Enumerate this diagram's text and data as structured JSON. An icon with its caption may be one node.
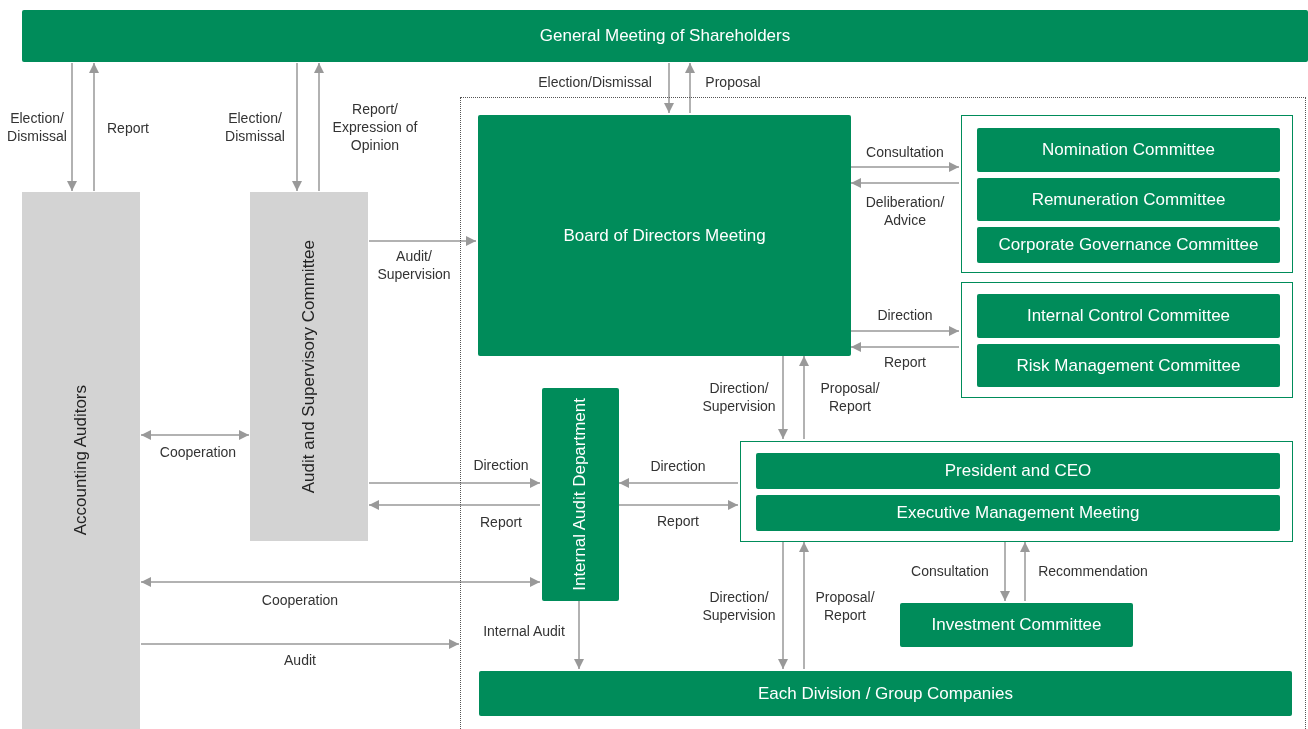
{
  "diagram": {
    "nodes": [
      {
        "text": [
          "General Meeting of Shareholders"
        ]
      },
      {
        "text": [],
        "shape": "box"
      },
      {
        "text": [
          "Accounting Auditors"
        ]
      },
      {
        "text": [
          "Audit and Supervisory Committee"
        ]
      },
      {
        "text": [
          "Board of Directors Meeting"
        ],
        "in": 1
      },
      {
        "text": [],
        "shape": "box",
        "in": 1
      },
      {
        "text": [
          "Nomination Committee"
        ],
        "in": 5
      },
      {
        "text": [
          "Remuneration Committee"
        ],
        "in": 5
      },
      {
        "text": [
          "Corporate Governance Committee"
        ],
        "in": 5
      },
      {
        "text": [],
        "shape": "box",
        "in": 1
      },
      {
        "text": [
          "Internal Control Committee"
        ],
        "in": 9
      },
      {
        "text": [
          "Risk Management Committee"
        ],
        "in": 9
      },
      {
        "text": [
          "Internal Audit Department"
        ],
        "in": 1
      },
      {
        "text": [],
        "shape": "box",
        "in": 1
      },
      {
        "text": [
          "President and CEO"
        ],
        "in": 13
      },
      {
        "text": [
          "Executive Management Meeting"
        ],
        "in": 13
      },
      {
        "text": [
          "Investment Committee"
        ],
        "in": 1
      },
      {
        "text": [
          "Each Division / Group Companies"
        ],
        "in": 1
      }
    ],
    "edges": [
      {
        "from": 0,
        "to": 2,
        "arrow": "to",
        "label": "Election/ Dismissal"
      },
      {
        "from": 2,
        "to": 0,
        "arrow": "to",
        "label": "Report"
      },
      {
        "from": 0,
        "to": 3,
        "arrow": "to",
        "label": "Election/ Dismissal"
      },
      {
        "from": 3,
        "to": 0,
        "arrow": "to",
        "label": "Report/ Expression of Opinion"
      },
      {
        "from": 0,
        "to": 4,
        "arrow": "to",
        "label": "Election/Dismissal"
      },
      {
        "from": 4,
        "to": 0,
        "arrow": "to",
        "label": "Proposal"
      },
      {
        "from": 3,
        "to": 4,
        "arrow": "to",
        "label": "Audit/ Supervision"
      },
      {
        "from": 4,
        "to": 5,
        "arrow": "to",
        "label": "Consultation"
      },
      {
        "from": 5,
        "to": 4,
        "arrow": "to",
        "label": "Deliberation/ Advice"
      },
      {
        "from": 4,
        "to": 9,
        "arrow": "to",
        "label": "Direction"
      },
      {
        "from": 9,
        "to": 4,
        "arrow": "to",
        "label": "Report"
      },
      {
        "from": 4,
        "to": 13,
        "arrow": "to",
        "label": "Direction/ Supervision"
      },
      {
        "from": 13,
        "to": 4,
        "arrow": "to",
        "label": "Proposal/ Report"
      },
      {
        "from": 2,
        "to": 3,
        "arrow": "both",
        "label": "Cooperation"
      },
      {
        "from": 3,
        "to": 12,
        "arrow": "to",
        "label": "Direction"
      },
      {
        "from": 12,
        "to": 3,
        "arrow": "to",
        "label": "Report"
      },
      {
        "from": 13,
        "to": 12,
        "arrow": "to",
        "label": "Direction"
      },
      {
        "from": 12,
        "to": 13,
        "arrow": "to",
        "label": "Report"
      },
      {
        "from": 2,
        "to": 12,
        "arrow": "both",
        "label": "Cooperation"
      },
      {
        "from": 2,
        "to": 1,
        "arrow": "to",
        "label": "Audit"
      },
      {
        "from": 12,
        "to": 17,
        "arrow": "to",
        "label": "Internal Audit"
      },
      {
        "from": 13,
        "to": 17,
        "arrow": "to",
        "label": "Direction/ Supervision"
      },
      {
        "from": 17,
        "to": 13,
        "arrow": "to",
        "label": "Proposal/ Report"
      },
      {
        "from": 13,
        "to": 16,
        "arrow": "to",
        "label": "Consultation"
      },
      {
        "from": 16,
        "to": 13,
        "arrow": "to",
        "label": "Recommendation"
      }
    ]
  }
}
